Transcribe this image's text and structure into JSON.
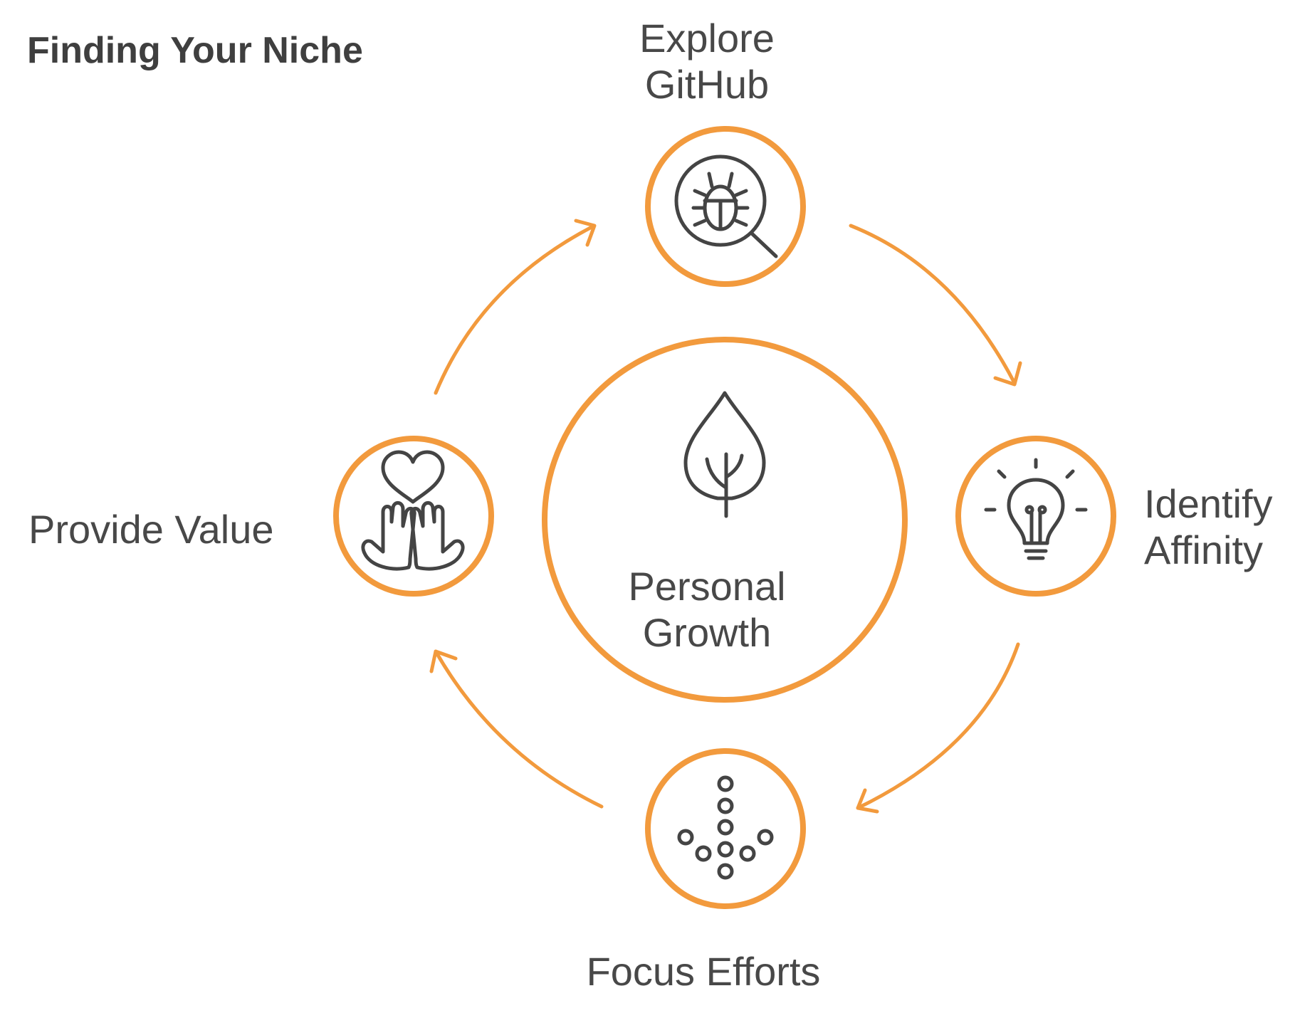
{
  "title": "Finding Your Niche",
  "center": {
    "label_line1": "Personal",
    "label_line2": "Growth",
    "icon": "tree-icon"
  },
  "steps": [
    {
      "id": "explore-github",
      "label_line1": "Explore",
      "label_line2": "GitHub",
      "icon": "bug-magnifier-icon"
    },
    {
      "id": "identify-affinity",
      "label_line1": "Identify",
      "label_line2": "Affinity",
      "icon": "lightbulb-icon"
    },
    {
      "id": "focus-efforts",
      "label_line1": "Focus Efforts",
      "icon": "converging-dots-icon"
    },
    {
      "id": "provide-value",
      "label_line1": "Provide Value",
      "icon": "hands-heart-icon"
    }
  ],
  "colors": {
    "accent": "#f29a3d",
    "text": "#484848",
    "icon": "#444444"
  }
}
